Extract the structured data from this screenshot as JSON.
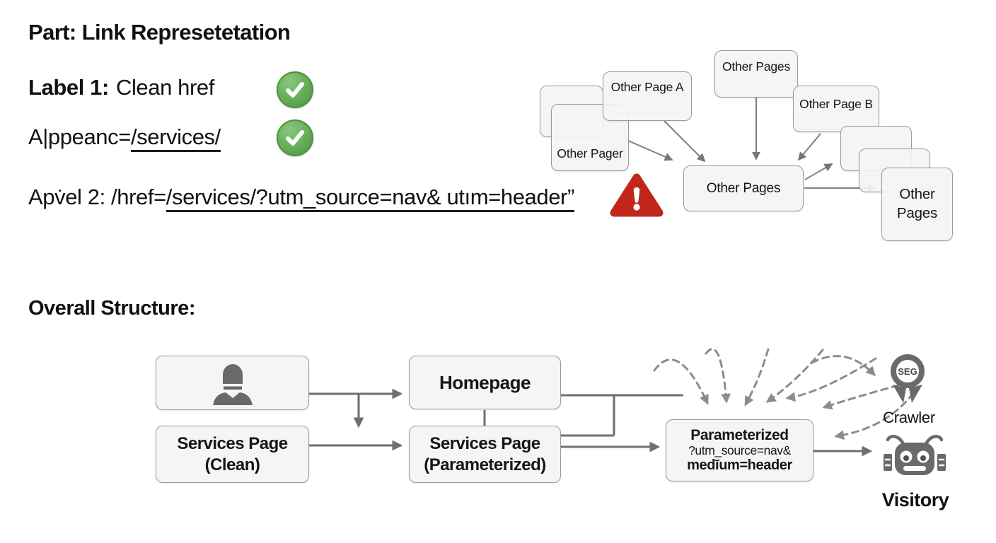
{
  "colors": {
    "background": "#ffffff",
    "check_green": "#5aa44c",
    "warning_red": "#c1261d",
    "box_fill": "#f4f4f4",
    "box_border": "#9b9b9b",
    "arrow_gray": "#767676",
    "dashed_gray": "#8c8c8c",
    "icon_gray": "#696969",
    "text": "#111111"
  },
  "header": {
    "title": "Part: Link Represetetation"
  },
  "annotations": {
    "row1": {
      "label": "Label 1:",
      "value": "Clean href"
    },
    "row2": {
      "prefix": "A|ppeanc=",
      "link": "/services/"
    },
    "row3": {
      "prefix": "Apv̇el 2: /href=",
      "link": "/services/?utm_source=nav& utım=header”"
    }
  },
  "section": {
    "title": "Overall Structure:"
  },
  "cluster": {
    "page_a": "Other Page A",
    "pages_top": "Other Pages",
    "page_b": "Other Page B",
    "pager": "Other Pager",
    "pages_center": "Other Pages",
    "pages_right": {
      "line1": "Other",
      "line2": "Pages"
    }
  },
  "flow": {
    "homepage": "Homepage",
    "services_clean": {
      "line1": "Services Page",
      "line2": "(Clean)"
    },
    "services_param": {
      "line1": "Services Page",
      "line2": "(Parameterized)"
    },
    "parameterized": {
      "line1": "Parameterized",
      "line2": "?utm_source=nav&",
      "line3": "medīum=header"
    },
    "crawler": {
      "badge": "SEG",
      "label": "Crawler"
    },
    "visitor": {
      "label": "Visitory"
    }
  }
}
